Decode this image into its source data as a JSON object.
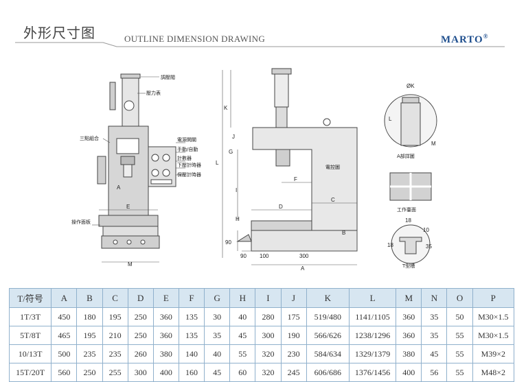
{
  "header": {
    "title_cn": "外形尺寸图",
    "title_en": "OUTLINE DIMENSION DRAWING",
    "brand": "MARTO",
    "brand_mark": "®"
  },
  "drawing_left": {
    "callouts": [
      "調壓閥",
      "壓力表",
      "三點組合",
      "電源開關",
      "手動/自動",
      "計數器",
      "下壓計時器",
      "保壓計時器",
      "操作面板"
    ],
    "dims": [
      "E",
      "M",
      "A"
    ]
  },
  "drawing_side": {
    "label_panel": "電控圖",
    "dims_vertical": [
      "K",
      "L",
      "G",
      "J",
      "I",
      "H",
      "90"
    ],
    "dims_horizontal": [
      "F",
      "D",
      "C",
      "B",
      "A",
      "90",
      "100",
      "300"
    ]
  },
  "drawing_details": {
    "detail_a_label": "A部詳圖",
    "detail_a_dims": [
      "ØK",
      "L",
      "M"
    ],
    "worktable_label": "工作臺面",
    "tslot_label": "T型槽",
    "tslot_dims": [
      "18",
      "10",
      "18",
      "35"
    ]
  },
  "table": {
    "headers": [
      "T/符号",
      "A",
      "B",
      "C",
      "D",
      "E",
      "F",
      "G",
      "H",
      "I",
      "J",
      "K",
      "L",
      "M",
      "N",
      "O",
      "P"
    ],
    "rows": [
      [
        "1T/3T",
        "450",
        "180",
        "195",
        "250",
        "360",
        "135",
        "30",
        "40",
        "280",
        "175",
        "519/480",
        "1141/1105",
        "360",
        "35",
        "50",
        "M30×1.5"
      ],
      [
        "5T/8T",
        "465",
        "195",
        "210",
        "250",
        "360",
        "135",
        "35",
        "45",
        "300",
        "190",
        "566/626",
        "1238/1296",
        "360",
        "35",
        "55",
        "M30×1.5"
      ],
      [
        "10/13T",
        "500",
        "235",
        "235",
        "260",
        "380",
        "140",
        "40",
        "55",
        "320",
        "230",
        "584/634",
        "1329/1379",
        "380",
        "45",
        "55",
        "M39×2"
      ],
      [
        "15T/20T",
        "560",
        "250",
        "255",
        "300",
        "400",
        "160",
        "45",
        "60",
        "320",
        "245",
        "606/686",
        "1376/1456",
        "400",
        "56",
        "55",
        "M48×2"
      ]
    ]
  }
}
